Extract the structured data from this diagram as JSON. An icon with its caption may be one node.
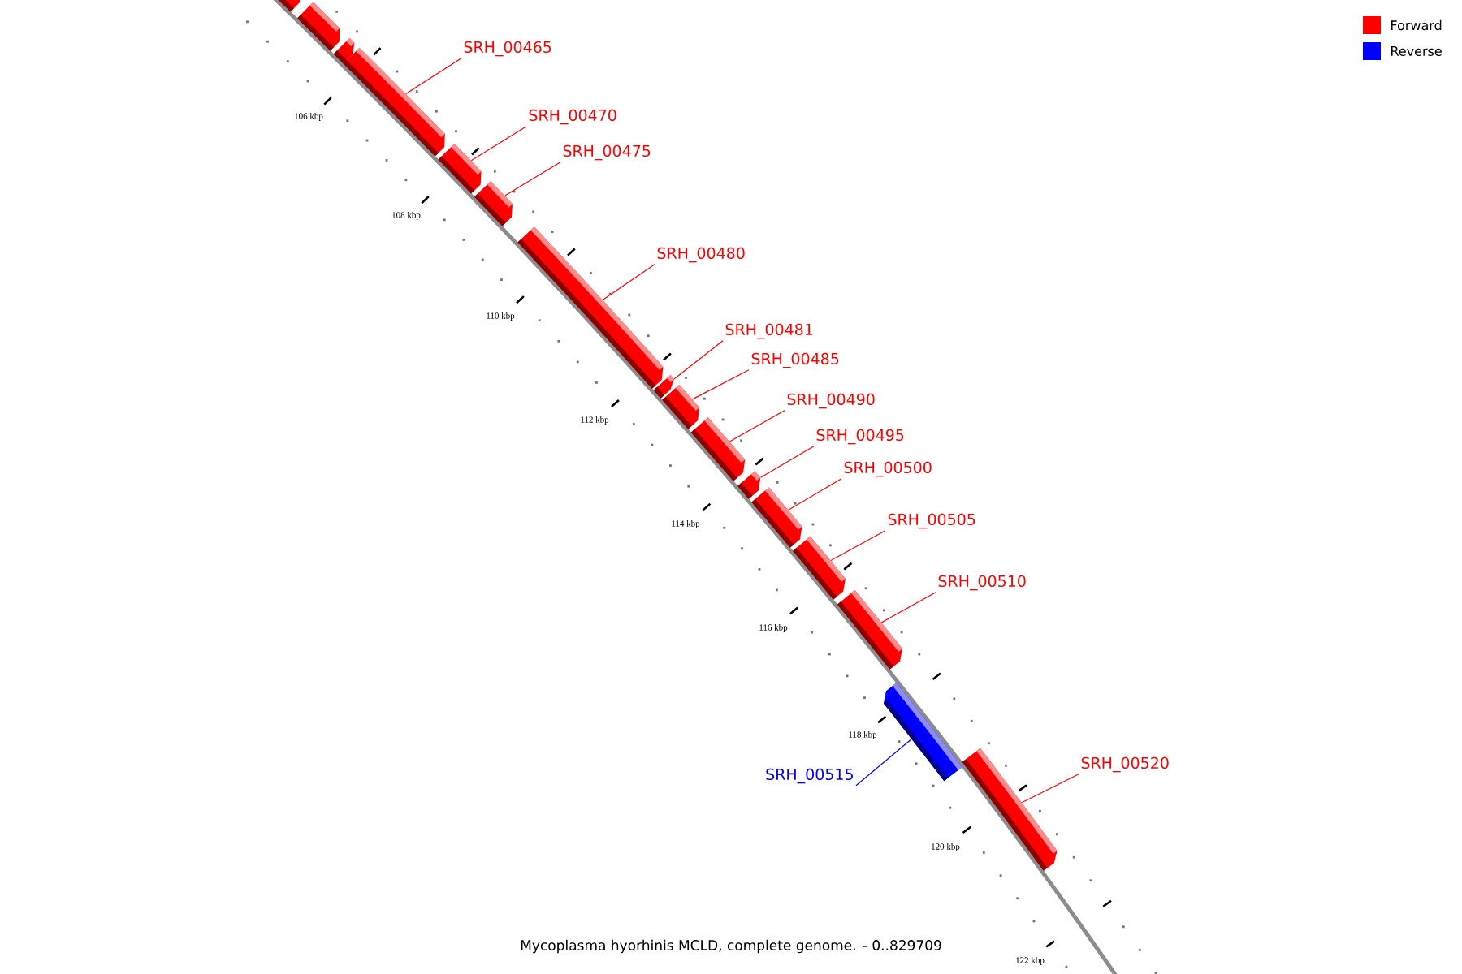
{
  "diagram": {
    "caption": "Mycoplasma hyorhinis MCLD, complete genome. - 0..829709",
    "nodes": [
      {
        "text": [],
        "shape": "bar"
      },
      {
        "text": [],
        "shape": "bar"
      },
      {
        "text": [],
        "shape": "bar"
      },
      {
        "text": [],
        "shape": "bar"
      },
      {
        "text": [],
        "shape": "bar"
      },
      {
        "text": [],
        "shape": "bar"
      },
      {
        "text": [],
        "shape": "bar"
      },
      {
        "text": [],
        "shape": "bar"
      },
      {
        "text": [],
        "shape": "bar"
      },
      {
        "text": [],
        "shape": "bar"
      },
      {
        "text": [],
        "shape": "bar"
      },
      {
        "text": [],
        "shape": "bar"
      },
      {
        "text": [],
        "shape": "bar"
      },
      {
        "text": [],
        "shape": "bar"
      },
      {
        "text": [],
        "shape": "bar"
      },
      {
        "text": [],
        "shape": "bar"
      },
      {
        "text": [
          "SRH_00465"
        ]
      },
      {
        "text": [
          "SRH_00470"
        ]
      },
      {
        "text": [
          "SRH_00475"
        ]
      },
      {
        "text": [
          "SRH_00480"
        ]
      },
      {
        "text": [
          "SRH_00481"
        ]
      },
      {
        "text": [
          "SRH_00485"
        ]
      },
      {
        "text": [
          "SRH_00490"
        ]
      },
      {
        "text": [
          "SRH_00495"
        ]
      },
      {
        "text": [
          "SRH_00500"
        ]
      },
      {
        "text": [
          "SRH_00505"
        ]
      },
      {
        "text": [
          "SRH_00510"
        ]
      },
      {
        "text": [
          "SRH_00515"
        ]
      },
      {
        "text": [
          "SRH_00520"
        ]
      }
    ],
    "edges": [
      {
        "from": 16,
        "to": 3,
        "arrow": "none"
      },
      {
        "from": 17,
        "to": 4,
        "arrow": "none"
      },
      {
        "from": 18,
        "to": 5,
        "arrow": "none"
      },
      {
        "from": 19,
        "to": 6,
        "arrow": "none"
      },
      {
        "from": 20,
        "to": 7,
        "arrow": "none"
      },
      {
        "from": 21,
        "to": 8,
        "arrow": "none"
      },
      {
        "from": 22,
        "to": 9,
        "arrow": "none"
      },
      {
        "from": 23,
        "to": 10,
        "arrow": "none"
      },
      {
        "from": 24,
        "to": 11,
        "arrow": "none"
      },
      {
        "from": 25,
        "to": 12,
        "arrow": "none"
      },
      {
        "from": 26,
        "to": 13,
        "arrow": "none"
      },
      {
        "from": 27,
        "to": 14,
        "arrow": "none",
        "color": "#0000ff"
      },
      {
        "from": 28,
        "to": 15,
        "arrow": "none"
      }
    ],
    "labels": [
      "106 kbp",
      "108 kbp",
      "110 kbp",
      "112 kbp",
      "114 kbp",
      "116 kbp",
      "118 kbp",
      "120 kbp",
      "122 kbp"
    ],
    "legend": [
      {
        "text": "Forward",
        "color": "#ff0000"
      },
      {
        "text": "Reverse",
        "color": "#0000ff"
      }
    ]
  }
}
